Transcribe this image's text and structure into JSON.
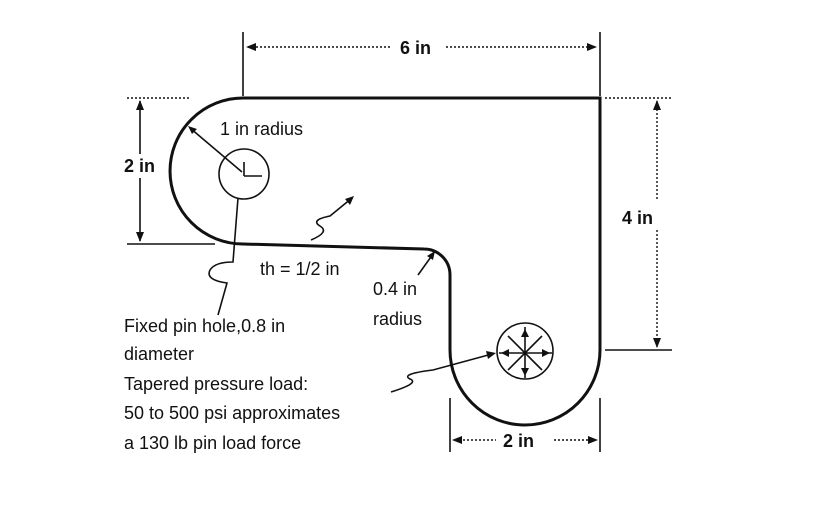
{
  "dimensions": {
    "width_top": "6 in",
    "height_left": "2 in",
    "height_right": "4 in",
    "width_bottom": "2 in"
  },
  "labels": {
    "radius_1": "1 in radius",
    "thickness": "th = 1/2 in",
    "fillet_line1": "0.4 in",
    "fillet_line2": "radius",
    "pin_hole_line1": "Fixed pin hole,0.8 in",
    "pin_hole_line2": "diameter",
    "load_line1": "Tapered pressure load:",
    "load_line2": "50 to 500 psi approximates",
    "load_line3": "a 130 lb pin load force"
  }
}
